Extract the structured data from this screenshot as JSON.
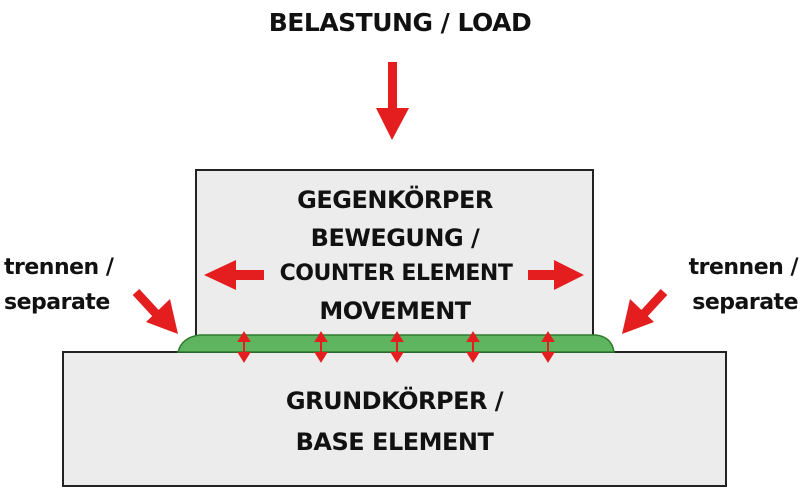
{
  "diagram": {
    "load_label": "BELASTUNG / LOAD",
    "counter_element": {
      "line1": "GEGENKÖRPER",
      "line2": "BEWEGUNG /",
      "line3": "COUNTER ELEMENT",
      "line4": "MOVEMENT"
    },
    "base_element": {
      "line1": "GRUNDKÖRPER /",
      "line2": "BASE ELEMENT"
    },
    "separate_left": {
      "line1": "trennen /",
      "line2": "separate"
    },
    "separate_right": {
      "line1": "trennen /",
      "line2": "separate"
    },
    "colors": {
      "arrow": "#e41e1e",
      "box_fill": "#ececec",
      "interface_layer": "#5fb55f",
      "outline": "#222222"
    }
  }
}
